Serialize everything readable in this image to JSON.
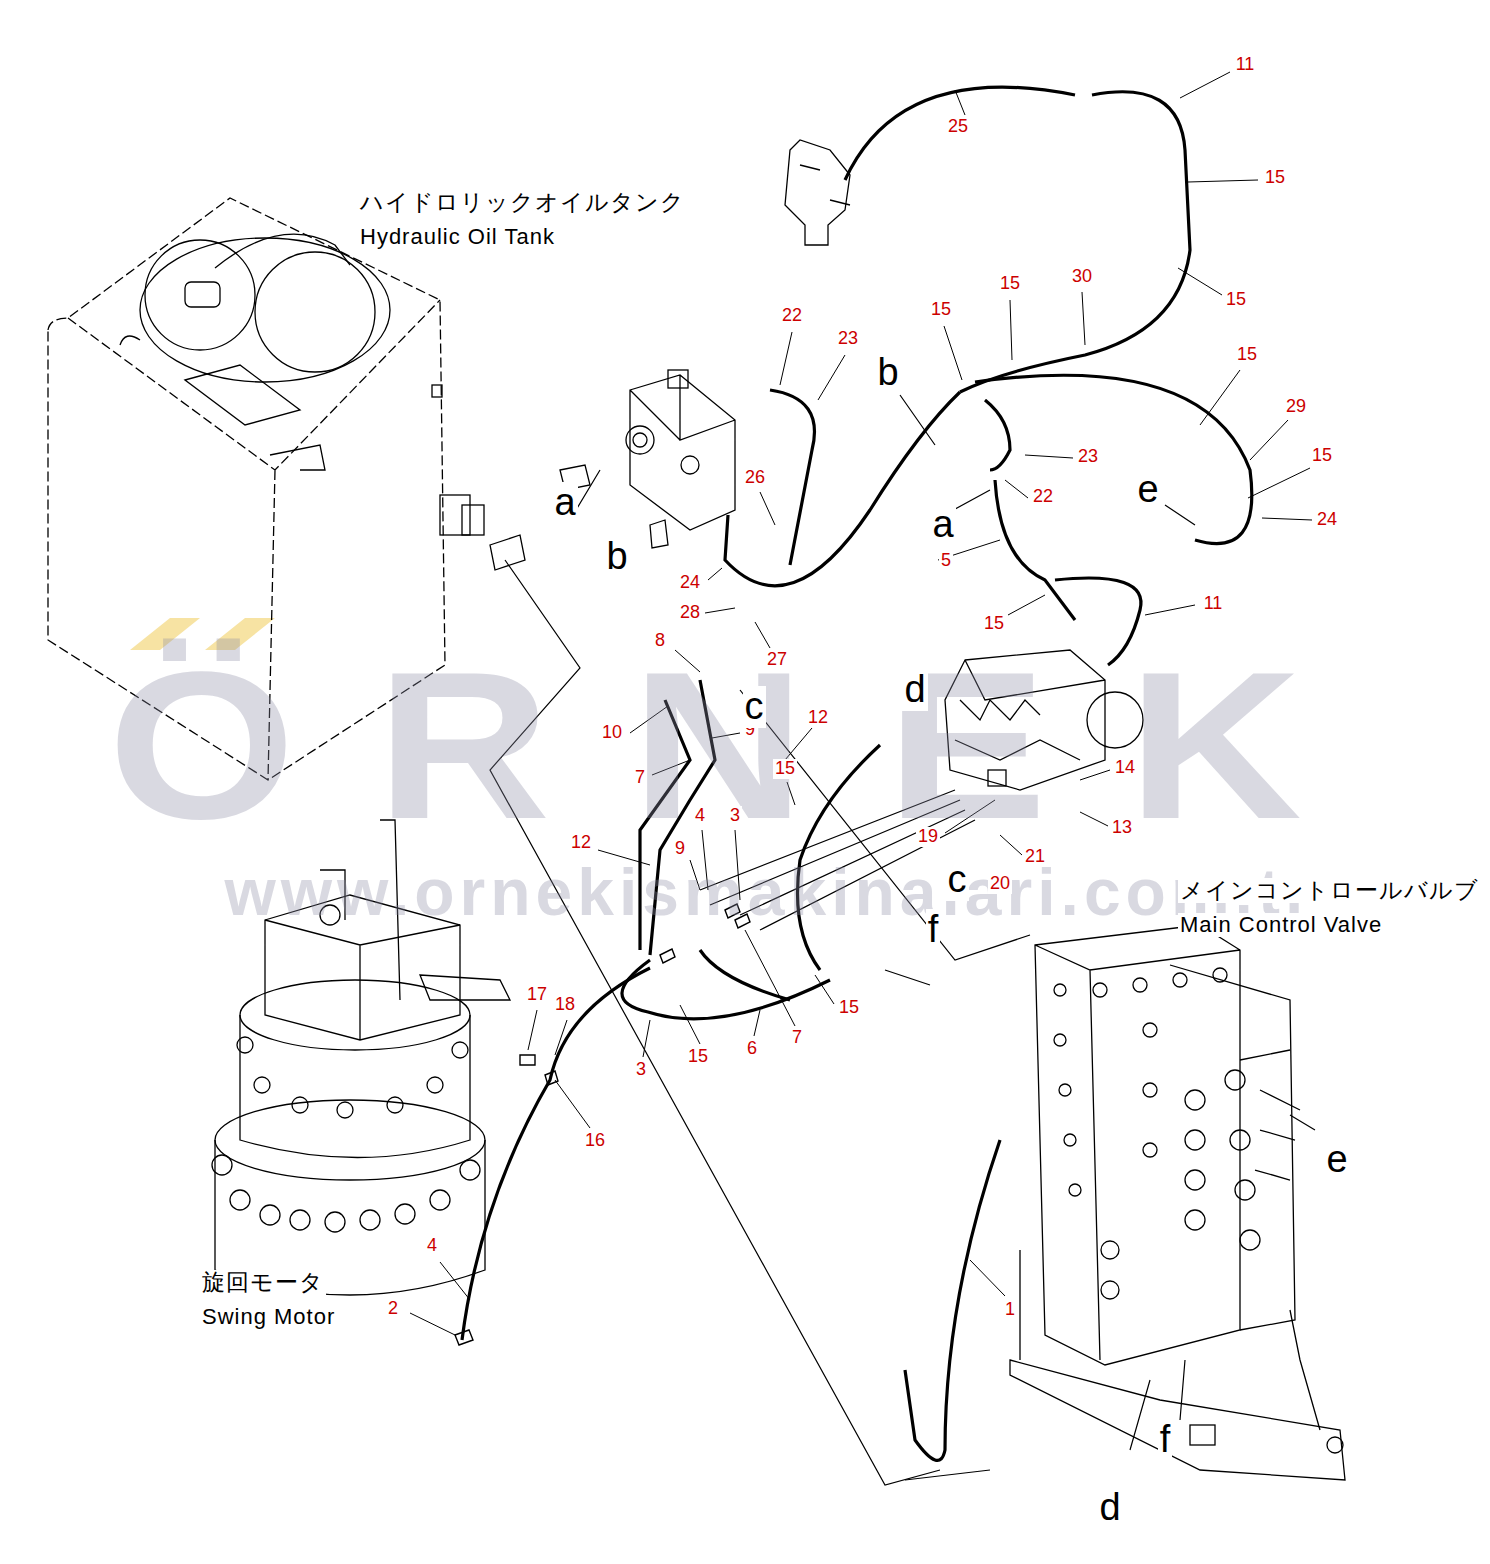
{
  "diagram": {
    "labels": [
      "ÖRNEK",
      "www.ornekismakinalari.com.tr",
      "ハイドロリックオイルタンク",
      "Hydraulic Oil Tank",
      "メインコントロールバルブ",
      "Main Control Valve",
      "旋回モータ",
      "Swing Motor",
      "11",
      "25",
      "15",
      "15",
      "30",
      "15",
      "15",
      "22",
      "23",
      "15",
      "29",
      "15",
      "23",
      "22",
      "24",
      "26",
      "24",
      "5",
      "15",
      "11",
      "28",
      "27",
      "8",
      "10",
      "9",
      "12",
      "7",
      "15",
      "14",
      "13",
      "19",
      "21",
      "20",
      "12",
      "9",
      "4",
      "3",
      "15",
      "7",
      "6",
      "15",
      "3",
      "17",
      "18",
      "16",
      "4",
      "2",
      "1",
      "a",
      "b",
      "b",
      "a",
      "c",
      "d",
      "e",
      "c",
      "f",
      "e",
      "d",
      "f"
    ]
  }
}
